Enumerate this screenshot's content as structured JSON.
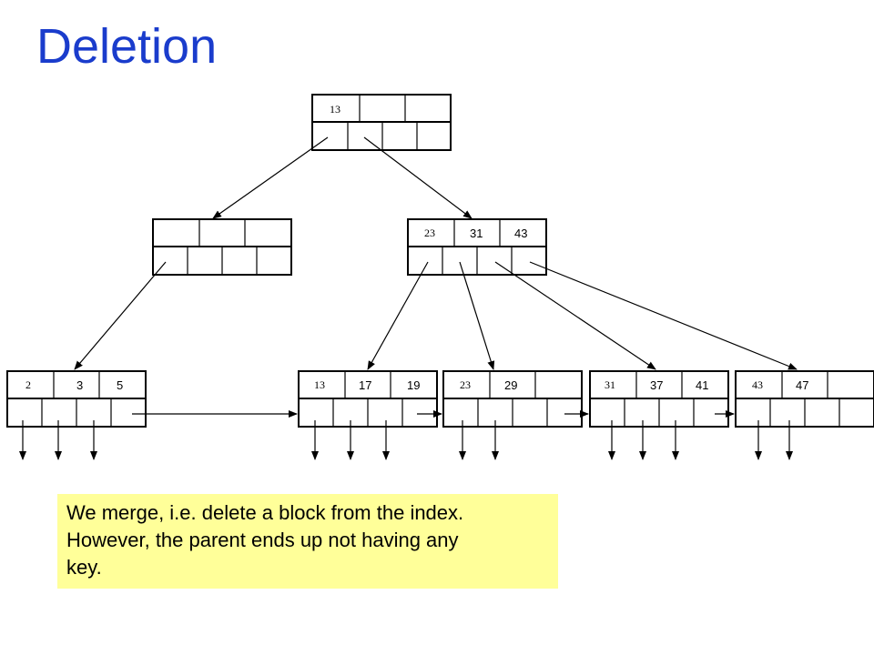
{
  "slide": {
    "title": "Deletion",
    "title_color": "#1a3ccc",
    "note_bg": "#ffff99",
    "note_lines": [
      "We merge, i.e. delete a block from the index.",
      "However, the parent ends up not having any",
      "key."
    ]
  },
  "tree": {
    "root": {
      "keys": [
        "13",
        "",
        ""
      ]
    },
    "inner": [
      {
        "keys": [
          "",
          "",
          ""
        ]
      },
      {
        "keys": [
          "23",
          "31",
          "43"
        ]
      }
    ],
    "leaves": [
      {
        "keys": [
          "2",
          "3",
          "5"
        ]
      },
      {
        "keys": [
          "13",
          "17",
          "19"
        ]
      },
      {
        "keys": [
          "23",
          "29",
          ""
        ]
      },
      {
        "keys": [
          "31",
          "37",
          "41"
        ]
      },
      {
        "keys": [
          "43",
          "47",
          ""
        ]
      }
    ]
  }
}
